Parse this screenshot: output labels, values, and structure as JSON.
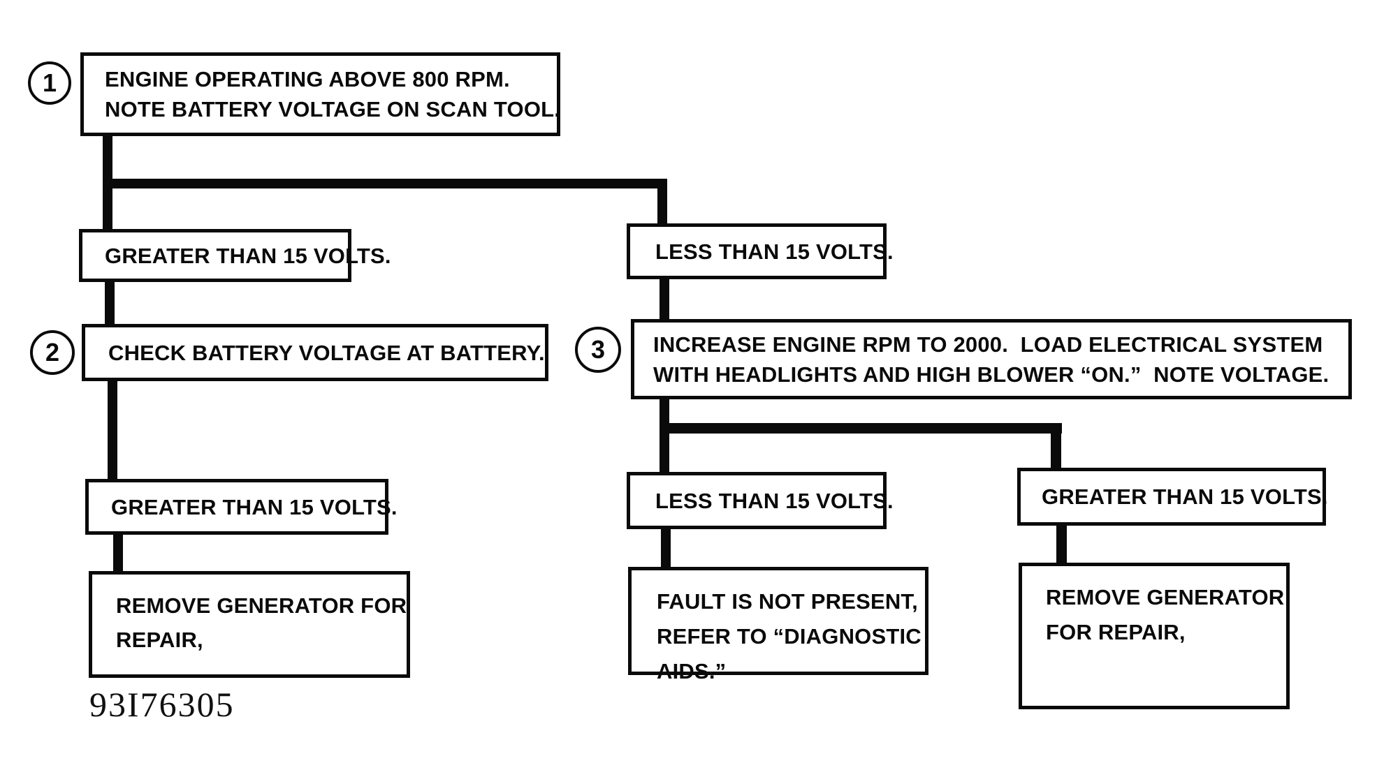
{
  "figure_label": "93I76305",
  "colors": {
    "ink": "#0a0a0a",
    "paper": "#ffffff"
  },
  "flowchart": {
    "step1": {
      "number": "1",
      "line1": "ENGINE OPERATING ABOVE 800 RPM.",
      "line2": "NOTE BATTERY VOLTAGE ON SCAN TOOL."
    },
    "branch1_left": {
      "text": "GREATER THAN 15 VOLTS."
    },
    "branch1_right": {
      "text": "LESS THAN 15 VOLTS."
    },
    "step2": {
      "number": "2",
      "text": "CHECK BATTERY VOLTAGE AT BATTERY."
    },
    "step2_result": {
      "text": "GREATER THAN 15 VOLTS."
    },
    "step2_action": {
      "line1": "REMOVE GENERATOR FOR",
      "line2": "REPAIR,"
    },
    "step3": {
      "number": "3",
      "line1": "INCREASE ENGINE RPM TO 2000.  LOAD ELECTRICAL SYSTEM",
      "line2": "WITH HEADLIGHTS AND HIGH BLOWER “ON.”  NOTE VOLTAGE."
    },
    "branch3_left": {
      "text": "LESS THAN 15 VOLTS."
    },
    "branch3_right": {
      "text": "GREATER THAN 15 VOLTS."
    },
    "branch3_left_action": {
      "line1": "FAULT IS NOT PRESENT,",
      "line2": "REFER TO “DIAGNOSTIC",
      "line3": "AIDS.”"
    },
    "branch3_right_action": {
      "line1": "REMOVE GENERATOR",
      "line2": "FOR REPAIR,"
    }
  }
}
